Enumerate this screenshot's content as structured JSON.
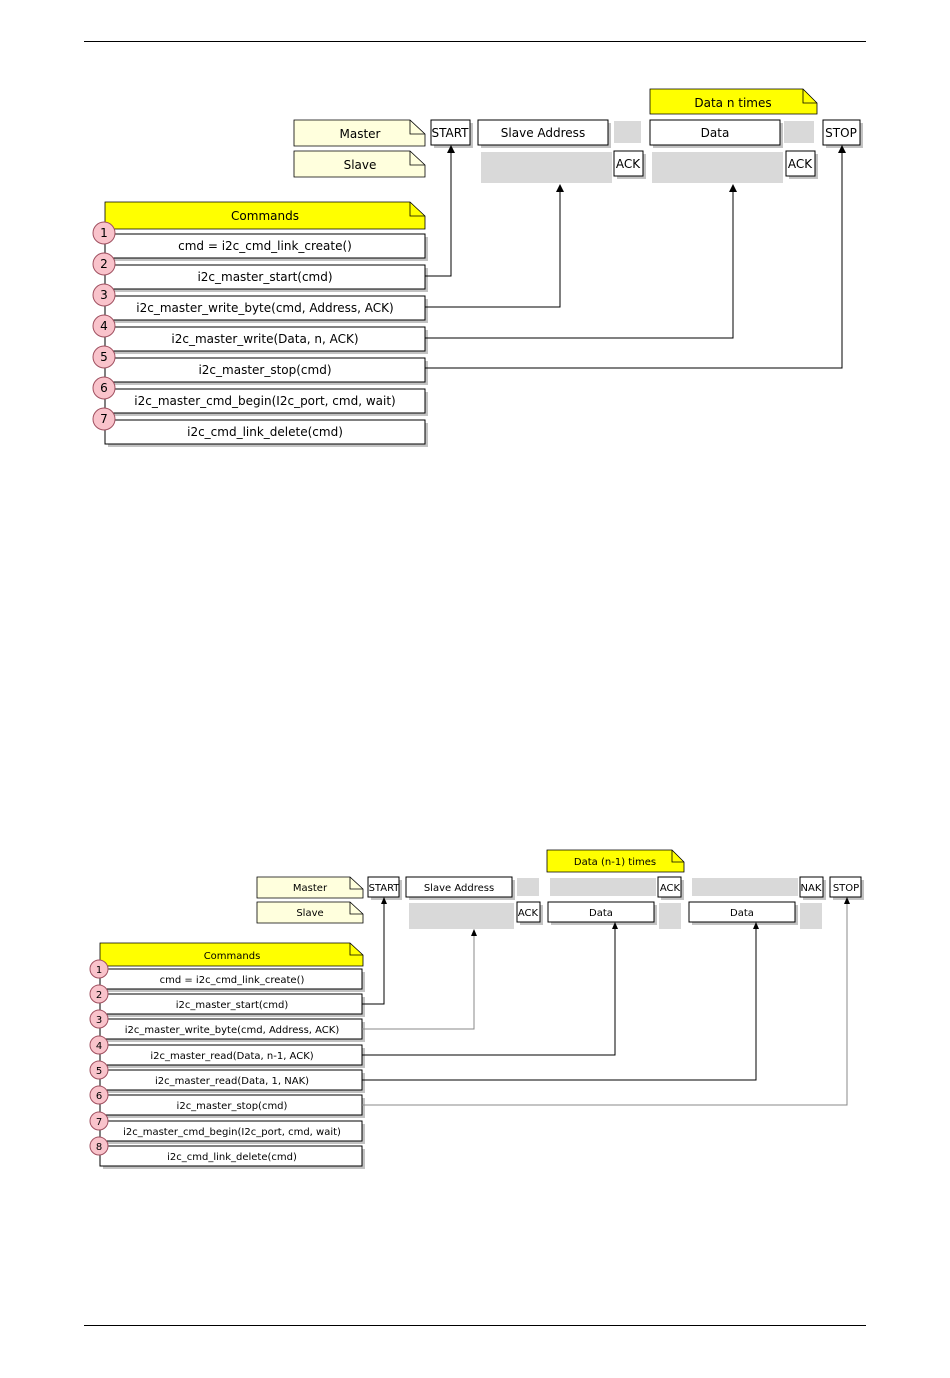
{
  "diagram1": {
    "data_note": "Data n times",
    "master_label": "Master",
    "slave_label": "Slave",
    "start_label": "START",
    "slave_address_label": "Slave Address",
    "data_label": "Data",
    "ack1_label": "ACK",
    "ack2_label": "ACK",
    "stop_label": "STOP",
    "commands_title": "Commands",
    "commands": [
      {
        "num": "1",
        "text": "cmd = i2c_cmd_link_create()"
      },
      {
        "num": "2",
        "text": "i2c_master_start(cmd)"
      },
      {
        "num": "3",
        "text": "i2c_master_write_byte(cmd, Address, ACK)"
      },
      {
        "num": "4",
        "text": "i2c_master_write(Data, n, ACK)"
      },
      {
        "num": "5",
        "text": "i2c_master_stop(cmd)"
      },
      {
        "num": "6",
        "text": "i2c_master_cmd_begin(I2c_port, cmd, wait)"
      },
      {
        "num": "7",
        "text": "i2c_cmd_link_delete(cmd)"
      }
    ]
  },
  "diagram2": {
    "data_note": "Data (n-1) times",
    "master_label": "Master",
    "slave_label": "Slave",
    "start_label": "START",
    "slave_address_label": "Slave Address",
    "ack_master1_label": "ACK",
    "nak_label": "NAK",
    "stop_label": "STOP",
    "ack_slave_label": "ACK",
    "data1_label": "Data",
    "data2_label": "Data",
    "commands_title": "Commands",
    "commands": [
      {
        "num": "1",
        "text": "cmd = i2c_cmd_link_create()"
      },
      {
        "num": "2",
        "text": "i2c_master_start(cmd)"
      },
      {
        "num": "3",
        "text": "i2c_master_write_byte(cmd, Address, ACK)"
      },
      {
        "num": "4",
        "text": "i2c_master_read(Data, n-1, ACK)"
      },
      {
        "num": "5",
        "text": "i2c_master_read(Data, 1, NAK)"
      },
      {
        "num": "6",
        "text": "i2c_master_stop(cmd)"
      },
      {
        "num": "7",
        "text": "i2c_master_cmd_begin(I2c_port, cmd, wait)"
      },
      {
        "num": "8",
        "text": "i2c_cmd_link_delete(cmd)"
      }
    ]
  }
}
